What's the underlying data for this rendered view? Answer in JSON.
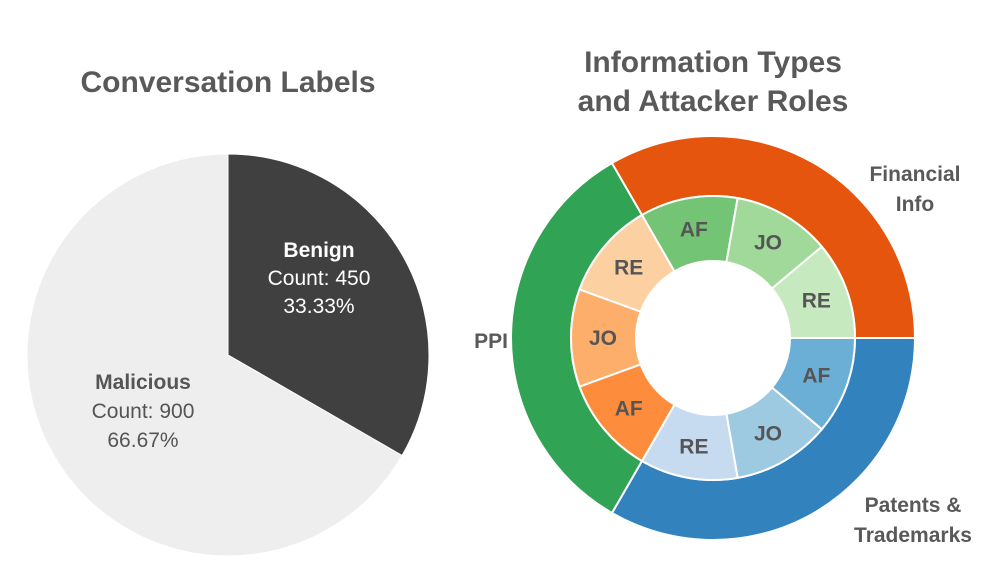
{
  "chart_data": [
    {
      "type": "pie",
      "title": "Conversation Labels",
      "slices": [
        {
          "label": "Benign",
          "count_text": "Count: 450",
          "percent_text": "33.33%",
          "value": 450,
          "color": "#404040",
          "text_color": "#ffffff"
        },
        {
          "label": "Malicious",
          "count_text": "Count: 900",
          "percent_text": "66.67%",
          "value": 900,
          "color": "#eeeeee",
          "text_color": "#555555"
        }
      ]
    },
    {
      "type": "pie",
      "subtype": "nested-donut",
      "title_lines": [
        "Information Types",
        "and Attacker Roles"
      ],
      "outer": [
        {
          "label_lines": [
            "Financial",
            "Info"
          ],
          "value": 3,
          "color": "#3182bd"
        },
        {
          "label_lines": [
            "Patents &",
            "Trademarks"
          ],
          "value": 3,
          "color": "#31a354"
        },
        {
          "label_lines": [
            "PPI"
          ],
          "value": 3,
          "color": "#e6550d"
        }
      ],
      "inner": [
        {
          "label": "AF",
          "group": "Financial Info",
          "value": 1,
          "color": "#6baed6"
        },
        {
          "label": "JO",
          "group": "Financial Info",
          "value": 1,
          "color": "#9ecae1"
        },
        {
          "label": "RE",
          "group": "Financial Info",
          "value": 1,
          "color": "#c6dbef"
        },
        {
          "label": "AF",
          "group": "PPI",
          "value": 1,
          "color": "#fd8d3c"
        },
        {
          "label": "JO",
          "group": "PPI",
          "value": 1,
          "color": "#fdae6b"
        },
        {
          "label": "RE",
          "group": "PPI",
          "value": 1,
          "color": "#fdd0a2"
        },
        {
          "label": "AF",
          "group": "Patents & Trademarks",
          "value": 1,
          "color": "#74c476"
        },
        {
          "label": "JO",
          "group": "Patents & Trademarks",
          "value": 1,
          "color": "#a1d99b"
        },
        {
          "label": "RE",
          "group": "Patents & Trademarks",
          "value": 1,
          "color": "#c7e9c0"
        }
      ]
    }
  ]
}
